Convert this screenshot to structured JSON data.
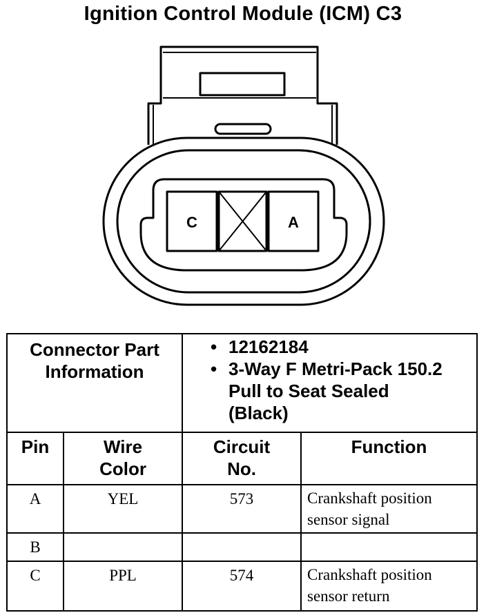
{
  "title": "Ignition Control Module (ICM) C3",
  "connector": {
    "pins": [
      {
        "label": "C"
      },
      {
        "label": "A"
      }
    ]
  },
  "part_info": {
    "label": "Connector Part Information",
    "bullets": [
      "12162184",
      "3-Way F Metri-Pack 150.2 Pull to Seat Sealed (Black)"
    ]
  },
  "table": {
    "headers": [
      "Pin",
      "Wire Color",
      "Circuit No.",
      "Function"
    ],
    "rows": [
      {
        "pin": "A",
        "wire_color": "YEL",
        "circuit": "573",
        "function": "Crankshaft position sensor signal"
      },
      {
        "pin": "B",
        "wire_color": "",
        "circuit": "",
        "function": ""
      },
      {
        "pin": "C",
        "wire_color": "PPL",
        "circuit": "574",
        "function": "Crankshaft position sensor return"
      }
    ]
  }
}
